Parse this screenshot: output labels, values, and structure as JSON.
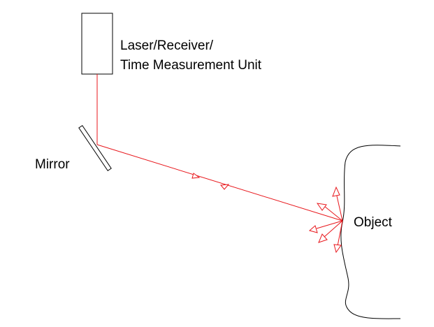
{
  "labels": {
    "unit_line1": "Laser/Receiver/",
    "unit_line2": "Time Measurement Unit",
    "mirror": "Mirror",
    "object": "Object"
  },
  "colors": {
    "beam": "#e8161b",
    "outline": "#000000",
    "background": "#ffffff"
  }
}
